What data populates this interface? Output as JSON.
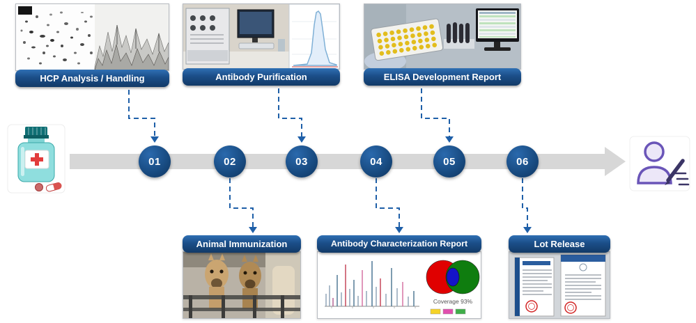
{
  "timeline": {
    "numbers": [
      "01",
      "02",
      "03",
      "04",
      "05",
      "06"
    ]
  },
  "cards": {
    "hcp": {
      "title": "HCP Analysis / Handling"
    },
    "purification": {
      "title": "Antibody Purification"
    },
    "elisa": {
      "title": "ELISA Development Report"
    },
    "immunization": {
      "title": "Animal Immunization"
    },
    "characterization": {
      "title": "Antibody Characterization Report",
      "coverage_label": "Coverage 93%"
    },
    "lot_release": {
      "title": "Lot Release"
    }
  },
  "colors": {
    "navy": "#17497E",
    "arrow_gray": "#D7D7D7",
    "connector_blue": "#1E5FA8",
    "venn_red": "#E00000",
    "venn_green": "#0F7D0F",
    "venn_blue": "#1414C8",
    "well_yellow": "#E2BD1C"
  },
  "icons": {
    "left": "medicine-bottle-icon",
    "right": "person-writing-icon"
  }
}
